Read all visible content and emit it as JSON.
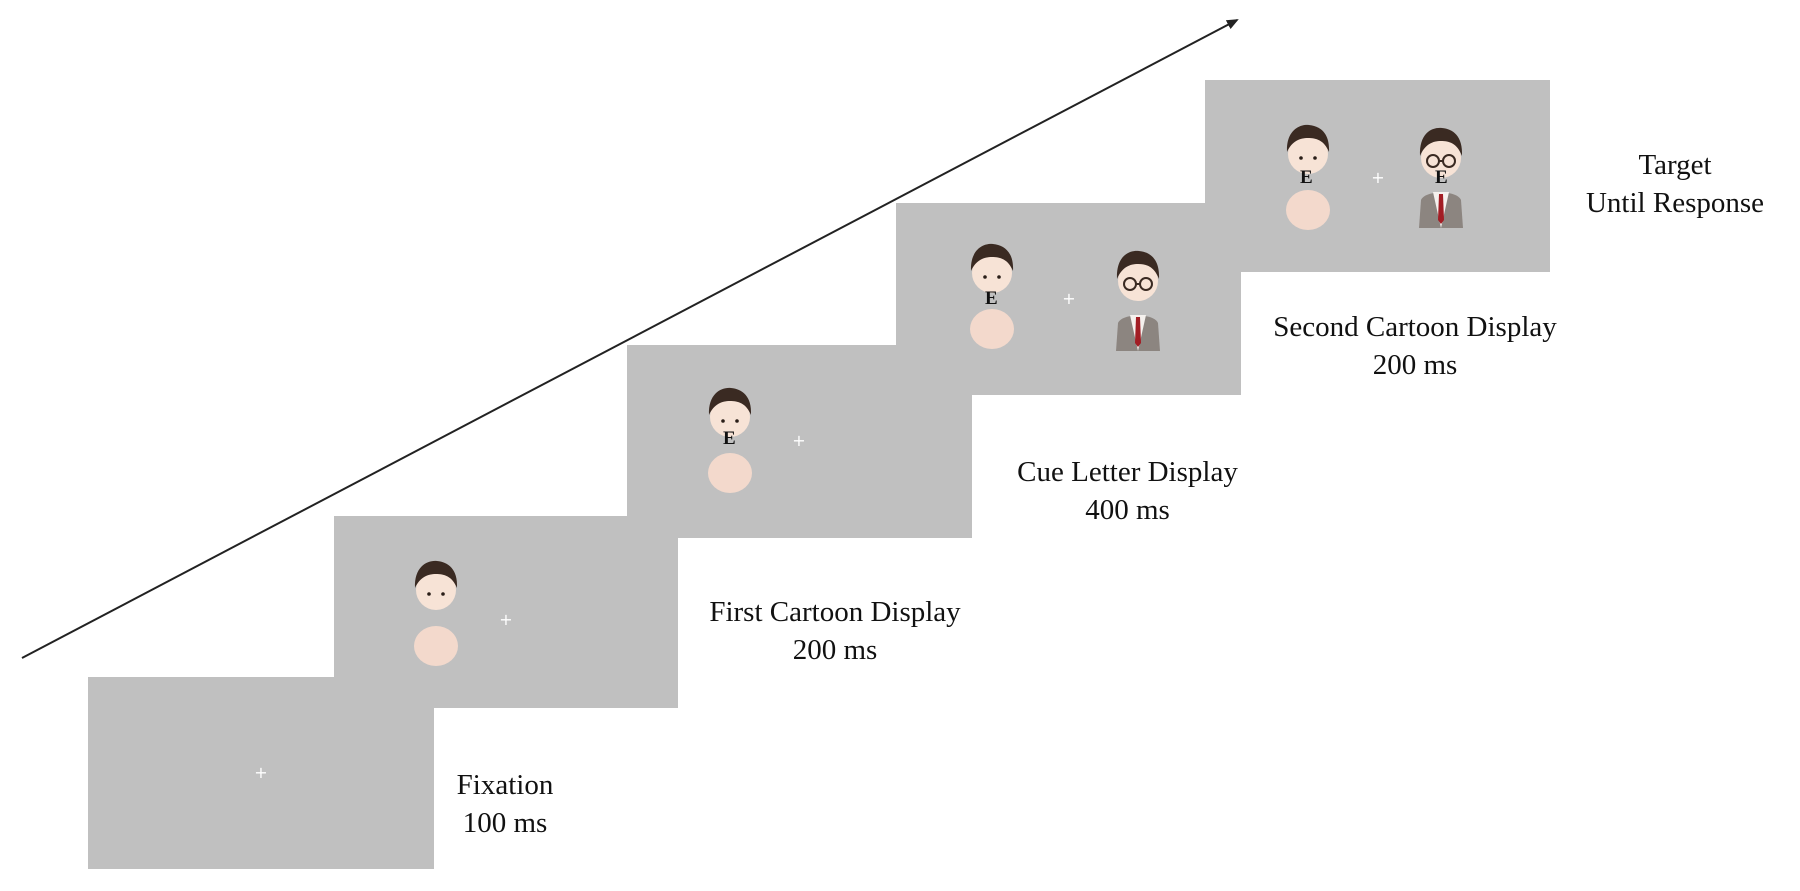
{
  "fixation_symbol": "+",
  "colors": {
    "screen": "#c0c0c0",
    "fixation": "#ffffff",
    "arrow": "#222222",
    "text": "#111111"
  },
  "stages": [
    {
      "id": "fixation",
      "title": "Fixation",
      "duration": "100 ms",
      "cue_letters": []
    },
    {
      "id": "first-cartoon",
      "title": "First Cartoon Display",
      "duration": "200 ms",
      "cue_letters": []
    },
    {
      "id": "cue-letter",
      "title": "Cue Letter Display",
      "duration": "400 ms",
      "cue_letters": [
        "E"
      ]
    },
    {
      "id": "second-cartoon",
      "title": "Second Cartoon Display",
      "duration": "200 ms",
      "cue_letters": [
        "E"
      ]
    },
    {
      "id": "target",
      "title": "Target",
      "duration": "Until Response",
      "cue_letters": [
        "E",
        "E"
      ]
    }
  ]
}
